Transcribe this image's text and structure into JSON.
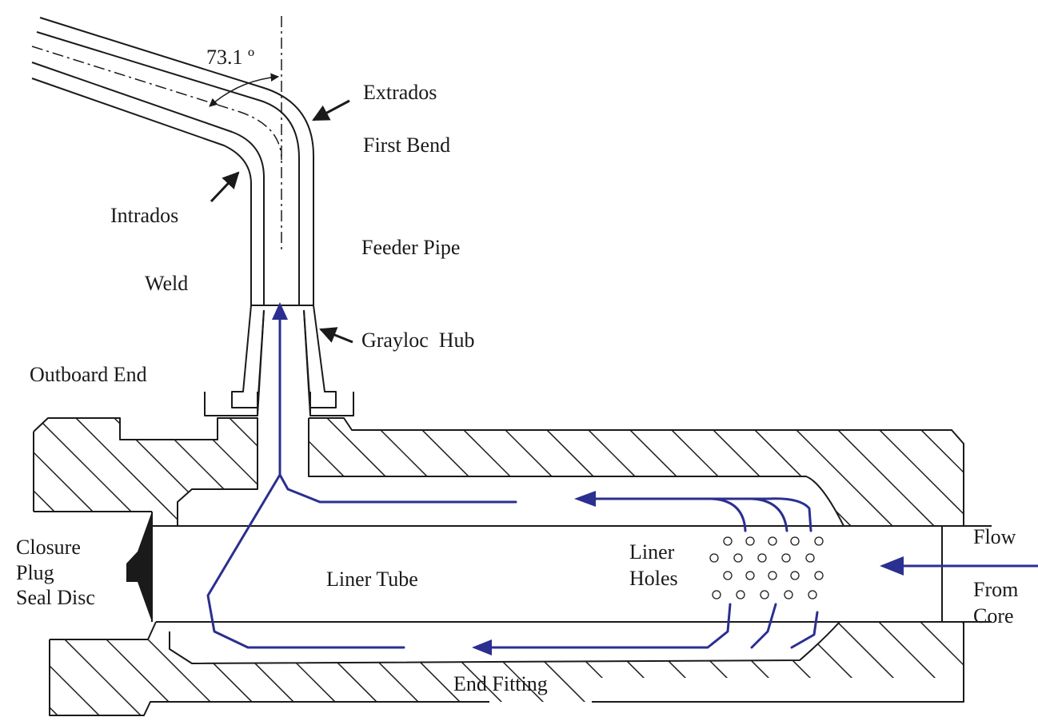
{
  "diagram": {
    "angle_label": "73.1 º",
    "labels": {
      "extrados": "Extrados",
      "first_bend": "First Bend",
      "intrados": "Intrados",
      "feeder_pipe": "Feeder Pipe",
      "weld": "Weld",
      "grayloc_hub": "Grayloc  Hub",
      "outboard_end": "Outboard End",
      "closure_plug_line1": "Closure",
      "closure_plug_line2": "Plug",
      "seal_disc": "Seal Disc",
      "liner_tube": "Liner Tube",
      "liner_holes_line1": "Liner",
      "liner_holes_line2": "Holes",
      "flow": "Flow",
      "from_line1": "From",
      "from_line2": "Core",
      "end_fitting": "End Fitting"
    },
    "colors": {
      "line": "#1a1a1a",
      "flow_arrow": "#2b2f8f",
      "background": "#ffffff"
    }
  }
}
